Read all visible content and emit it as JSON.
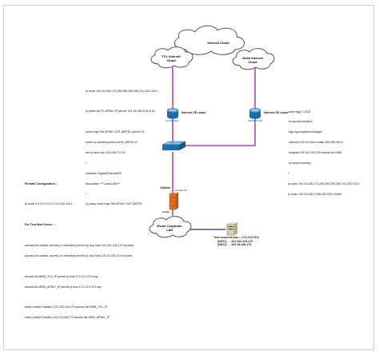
{
  "clouds": {
    "internet": "Internet Cloud",
    "tcl": [
      "TCL Internet",
      "Cloud"
    ],
    "airtel": [
      "Airtel Internet",
      "Cloud"
    ]
  },
  "devices": {
    "left_router": "Internet CE router",
    "right_router": "Internet CE router",
    "left_router_ip": "121.242.118.1",
    "right_router_ip": "125.248.73.178",
    "firewall": "Outside",
    "firewall_ip": "172.248.73.0",
    "firewall_inside": "Inside",
    "lan": [
      "Essar Corporate",
      "LAN"
    ],
    "server_label": "Test essarnet.com :- 172.19.175.9",
    "server_nat1": "(NAT1) → 121.242.118.173",
    "server_nat2": "(NAT2) → 103.15.248.173"
  },
  "left_config": [
    "ip route 103.15.248.173 255.255.255.255 121.242.118.2",
    "",
    "ip prefix-list PL-APNIC-IP permit 103.15.248.0/24 le 32",
    "",
    "route-map RM-APNIC OUT-AIRTEL permit 10",
    "match ip address prefix-list PL-APNIC-IP",
    "set ip next-hop 125.248.73.178",
    "!",
    "interface GigabitEthernet0/0",
    "description ***Local LAN***",
    "!",
    "ip policy route-map RM-APNIC OUT-AIRTEL"
  ],
  "right_config": [
    "router bgp 2 1315",
    " no synchronization",
    " bgp log-neighbor-changes",
    " network 103.15.248.0 mask 255.255.254.0",
    " neighbor 59.144.105.229 remote-as 9498",
    " no auto-summary",
    "!",
    "ip route 103.15.248.173 255.255.255.255 121.242.118.1",
    "ip route 103.15.248.0 255.255.254.0 Null0"
  ],
  "firewall_config": {
    "title": "Firewall Configuration :-",
    "route": "ip route 0.0.0.0 0.0.0.0 121.242.118.1",
    "section": "For Test Web Server :-",
    "lines": [
      "access-list outside_access_in extended permit tcp any host 121.242.118.173 eq www",
      "access-list outside_access_in extended permit tcp any host 103.15.248.173 eq www",
      "",
      "access-list WEB_TCL_IP permit ip host 172.19.175.9 any",
      "access-list WEB_APNIC_IP permit ip host 172.19.175.9 any",
      "",
      "static (Inside,Outside) 121.242.118.173 access-list WEB_TCL_IP",
      "static (Inside,Outside) 103.15.248.173 access-list WEB_APNIC_IP"
    ]
  },
  "colors": {
    "purple_link": "#a020a0",
    "blue_link": "#1f2f9a",
    "router": "#1e7fc0",
    "firewall": "#e36f23",
    "cloud_stroke": "#444444"
  }
}
